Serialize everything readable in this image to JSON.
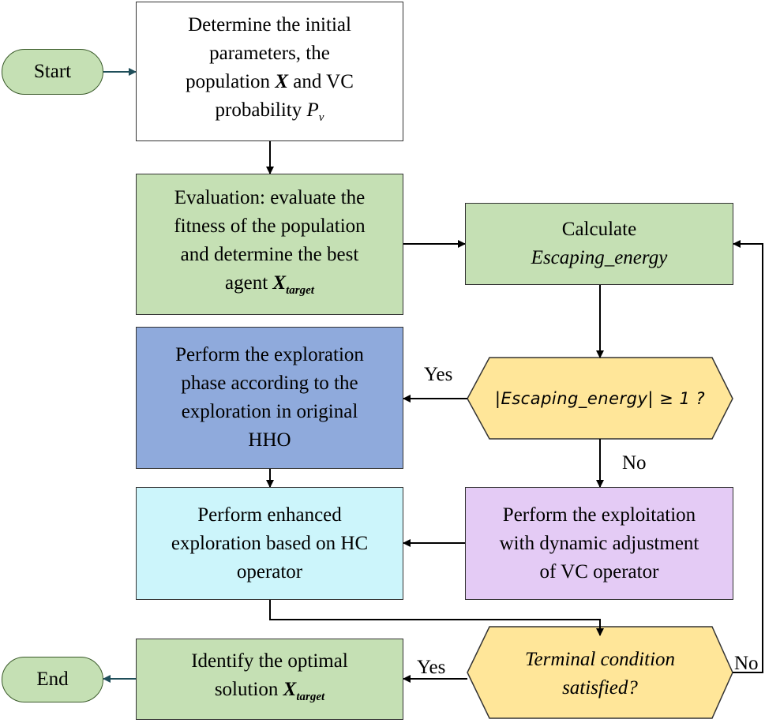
{
  "start": {
    "label": "Start"
  },
  "end": {
    "label": "End"
  },
  "init": {
    "line1": "Determine the initial",
    "line2": "parameters, the",
    "line3_pre": "population ",
    "line3_var": "X",
    "line3_post": " and  VC",
    "line4_pre": "probability ",
    "line4_var": "P",
    "line4_sub": "v"
  },
  "evaluation": {
    "line1": "Evaluation: evaluate the",
    "line2": "fitness of the population",
    "line3": "and determine the best",
    "line4_pre": "agent ",
    "line4_var": "X",
    "line4_sub": "target"
  },
  "calculate": {
    "line1": "Calculate",
    "line2": "Escaping_energy"
  },
  "decision_energy": {
    "text": "|Escaping_energy| ≥ 1 ?"
  },
  "exploration": {
    "line1": "Perform the exploration",
    "line2": "phase according to the",
    "line3": "exploration in original",
    "line4": "HHO"
  },
  "enhanced": {
    "line1": "Perform enhanced",
    "line2": "exploration based on HC",
    "line3": "operator"
  },
  "exploitation": {
    "line1": "Perform the exploitation",
    "line2": "with dynamic adjustment",
    "line3": "of VC operator"
  },
  "decision_terminal": {
    "line1": "Terminal condition",
    "line2": "satisfied?"
  },
  "identify": {
    "line1": "Identify the optimal",
    "line2_pre": "solution ",
    "line2_var": "X",
    "line2_sub": "target"
  },
  "edges": {
    "yes_energy": "Yes",
    "no_energy": "No",
    "yes_terminal": "Yes",
    "no_terminal": "No"
  },
  "colors": {
    "green": "#c5e0b4",
    "blue": "#8faadc",
    "cyan": "#ccf5fb",
    "purple": "#e4cbf5",
    "yellow": "#ffe699",
    "start_end": "#c5e0b4"
  }
}
